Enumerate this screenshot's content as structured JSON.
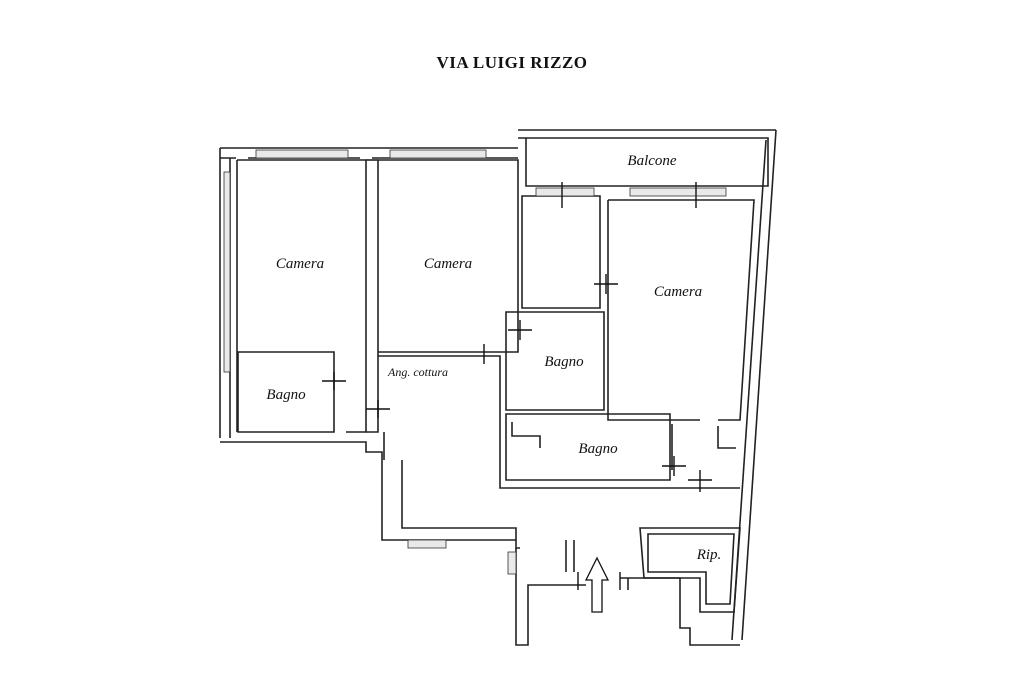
{
  "plan": {
    "street": "VIA LUIGI RIZZO",
    "rooms": {
      "camera_1": "Camera",
      "camera_2": "Camera",
      "camera_3": "Camera",
      "bagno_1": "Bagno",
      "bagno_2": "Bagno",
      "bagno_3": "Bagno",
      "balcone": "Balcone",
      "ang_cottura": "Ang. cottura",
      "ripostiglio": "Rip."
    },
    "entrance_icon": "up-arrow-icon"
  }
}
